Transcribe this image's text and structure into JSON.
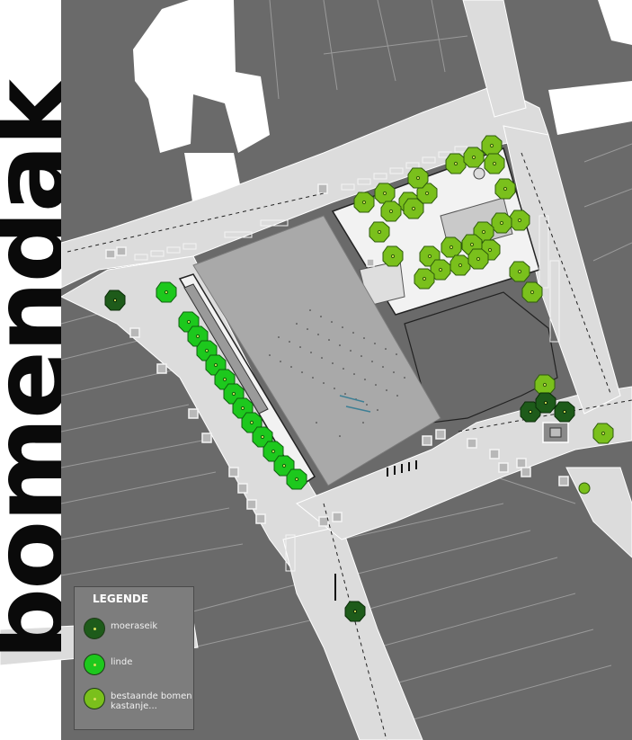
{
  "title": "bomendak",
  "legend": {
    "title": "LEGENDE",
    "items": [
      {
        "label": "moeraseik",
        "color": "#1e5b1a"
      },
      {
        "label": "linde",
        "color": "#1dc81d"
      },
      {
        "label": "bestaande bomen",
        "label2": "kastanje...",
        "color": "#7ac01c"
      }
    ]
  },
  "colors": {
    "buildings": "#6a6a6a",
    "streets": "#dcdcdc",
    "plaza": "#a9a9a9",
    "courtyard": "#f2f2f2",
    "white_buildings": "#ffffff"
  },
  "icons": [
    "moeraseik-tree-icon",
    "linde-tree-icon",
    "chestnut-tree-icon",
    "monument-icon"
  ]
}
